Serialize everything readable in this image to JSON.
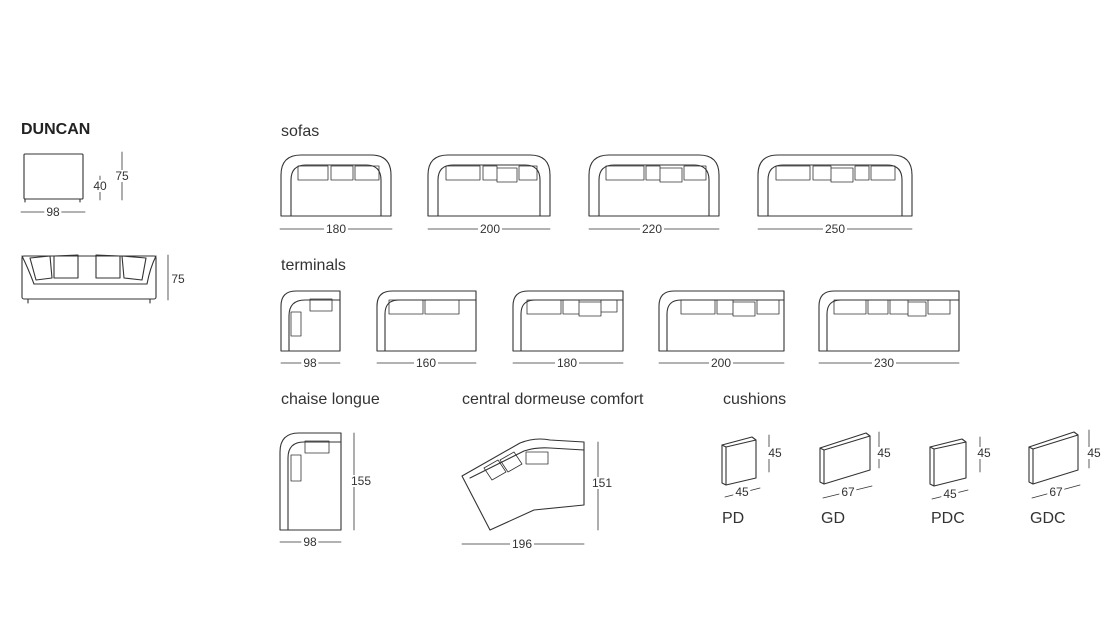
{
  "title": "DUNCAN",
  "overview": {
    "width": "98",
    "seat_height": "40",
    "height": "75",
    "front_height": "75"
  },
  "sections": {
    "sofas": {
      "label": "sofas",
      "items": [
        {
          "width": "180"
        },
        {
          "width": "200"
        },
        {
          "width": "220"
        },
        {
          "width": "250"
        }
      ]
    },
    "terminals": {
      "label": "terminals",
      "items": [
        {
          "width": "98"
        },
        {
          "width": "160"
        },
        {
          "width": "180"
        },
        {
          "width": "200"
        },
        {
          "width": "230"
        }
      ]
    },
    "chaise_longue": {
      "label": "chaise longue",
      "width": "98",
      "depth": "155"
    },
    "central_dormeuse": {
      "label": "central dormeuse comfort",
      "width": "196",
      "depth": "151"
    },
    "cushions": {
      "label": "cushions",
      "items": [
        {
          "code": "PD",
          "width": "45",
          "height": "45"
        },
        {
          "code": "GD",
          "width": "67",
          "height": "45"
        },
        {
          "code": "PDC",
          "width": "45",
          "height": "45"
        },
        {
          "code": "GDC",
          "width": "67",
          "height": "45"
        }
      ]
    }
  }
}
